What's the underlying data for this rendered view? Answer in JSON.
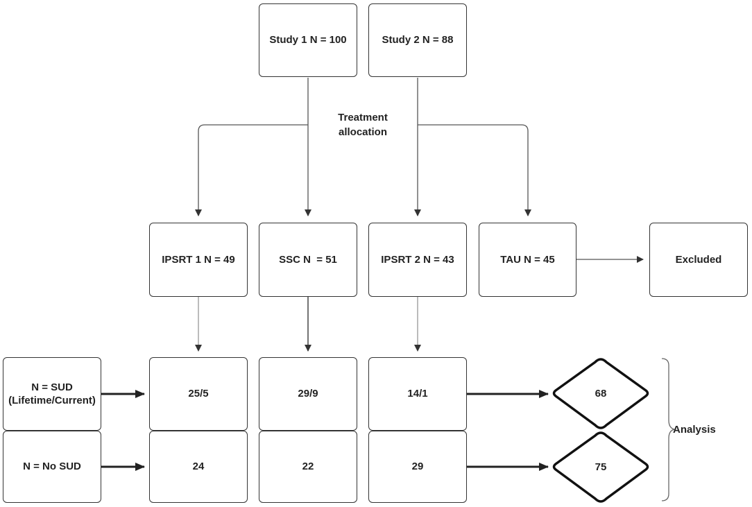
{
  "studies": {
    "study1": "Study 1 N = 100",
    "study2": "Study 2 N = 88"
  },
  "allocation": {
    "line1": "Treatment",
    "line2": "allocation"
  },
  "arms": {
    "ipsrt1": "IPSRT 1 N = 49",
    "ssc": "SSC N  = 51",
    "ipsrt2": "IPSRT 2 N = 43",
    "tau": "TAU N = 45",
    "excluded": "Excluded"
  },
  "rows": {
    "sud_line1": "N = SUD",
    "sud_line2": "(Lifetime/Current)",
    "nosud": "N = No SUD"
  },
  "cells": {
    "ipsrt1_sud": "25/5",
    "ssc_sud": "29/9",
    "ipsrt2_sud": "14/1",
    "ipsrt1_nosud": "24",
    "ssc_nosud": "22",
    "ipsrt2_nosud": "29"
  },
  "analysis": {
    "sud_total": "68",
    "nosud_total": "75",
    "label": "Analysis"
  }
}
